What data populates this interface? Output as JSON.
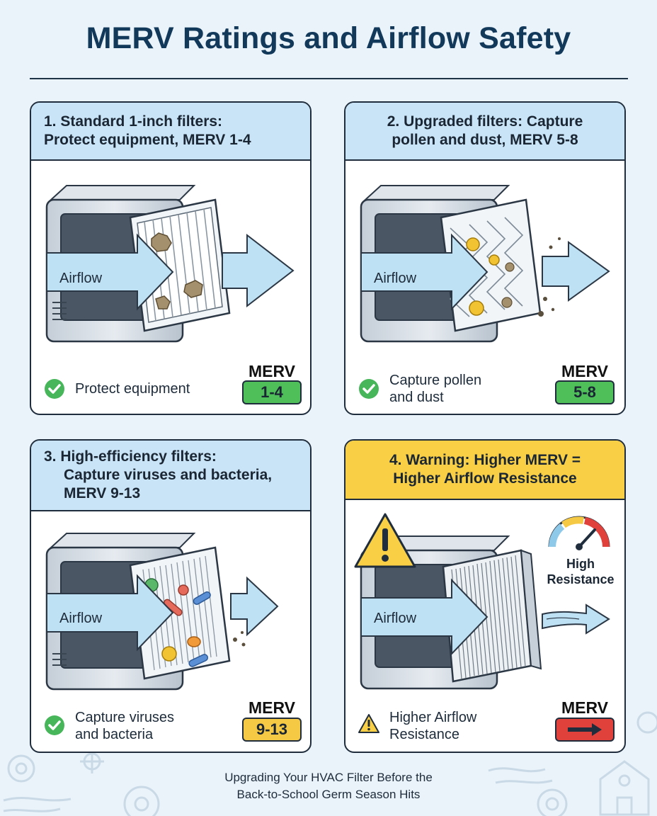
{
  "page": {
    "title": "MERV Ratings and Airflow Safety",
    "footer_line1": "Upgrading Your HVAC Filter Before the",
    "footer_line2": "Back-to-School Germ Season Hits"
  },
  "colors": {
    "background": "#eaf3fa",
    "header_blue": "#c9e4f6",
    "header_warning": "#f8cf45",
    "badge_green": "#4fbf5a",
    "badge_yellow": "#f6c945",
    "badge_red": "#e0413b",
    "arrow_blue": "#bfe1f4",
    "check_green": "#47b65a"
  },
  "cards": [
    {
      "header_line1": "1. Standard 1-inch filters:",
      "header_line2": "Protect equipment, MERV 1-4",
      "airflow_label": "Airflow",
      "caption_line1": "Protect equipment",
      "caption_line2": "",
      "merv_label": "MERV",
      "merv_value": "1-4",
      "icon": "check-circle-icon"
    },
    {
      "header_line1": "2. Upgraded filters: Capture",
      "header_line2": "pollen and dust, MERV 5-8",
      "airflow_label": "Airflow",
      "caption_line1": "Capture pollen",
      "caption_line2": "and dust",
      "merv_label": "MERV",
      "merv_value": "5-8",
      "icon": "check-circle-icon"
    },
    {
      "header_line1": "3. High-efficiency filters:",
      "header_line2": "Capture viruses and bacteria,",
      "header_line3": "MERV 9-13",
      "airflow_label": "Airflow",
      "caption_line1": "Capture viruses",
      "caption_line2": "and bacteria",
      "merv_label": "MERV",
      "merv_value": "9-13",
      "icon": "check-circle-icon"
    },
    {
      "header_line1": "4. Warning: Higher MERV =",
      "header_line2": "Higher Airflow Resistance",
      "airflow_label": "Airflow",
      "gauge_line1": "High",
      "gauge_line2": "Resistance",
      "caption_line1": "Higher Airflow",
      "caption_line2": "Resistance",
      "merv_label": "MERV",
      "icon": "warning-triangle-icon"
    }
  ]
}
